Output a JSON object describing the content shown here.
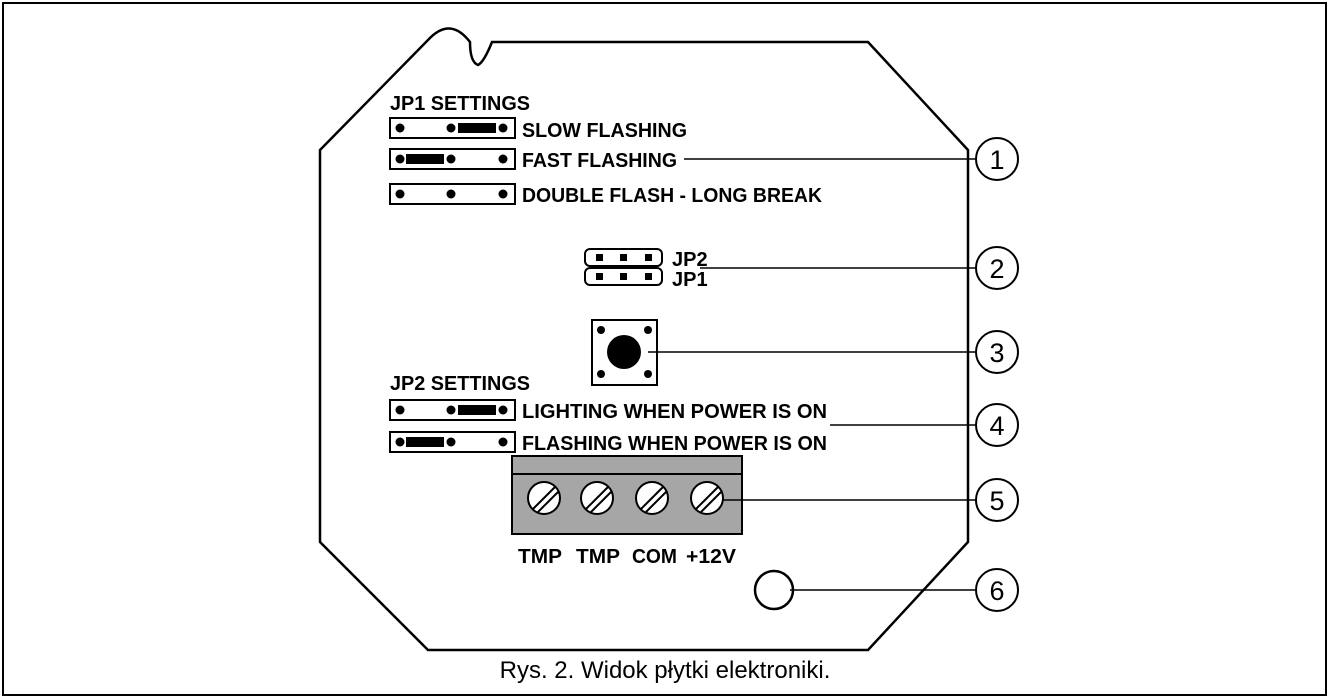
{
  "jp1_settings": {
    "title": "JP1 SETTINGS",
    "options": [
      {
        "label": "SLOW FLASHING",
        "jumper": "right"
      },
      {
        "label": "FAST FLASHING",
        "jumper": "left"
      },
      {
        "label": "DOUBLE FLASH - LONG BREAK",
        "jumper": "none"
      }
    ]
  },
  "jp2_settings": {
    "title": "JP2 SETTINGS",
    "options": [
      {
        "label": "LIGHTING WHEN POWER IS ON",
        "jumper": "right"
      },
      {
        "label": "FLASHING WHEN POWER IS ON",
        "jumper": "left"
      }
    ]
  },
  "headers": {
    "jp2": "JP2",
    "jp1": "JP1"
  },
  "terminals": [
    "TMP",
    "TMP",
    "COM",
    "+12V"
  ],
  "callouts": [
    "1",
    "2",
    "3",
    "4",
    "5",
    "6"
  ],
  "caption": "Rys. 2. Widok płytki elektroniki.",
  "colors": {
    "ink": "#000000",
    "terminal_block": "#a6a6a6",
    "background": "#ffffff"
  }
}
